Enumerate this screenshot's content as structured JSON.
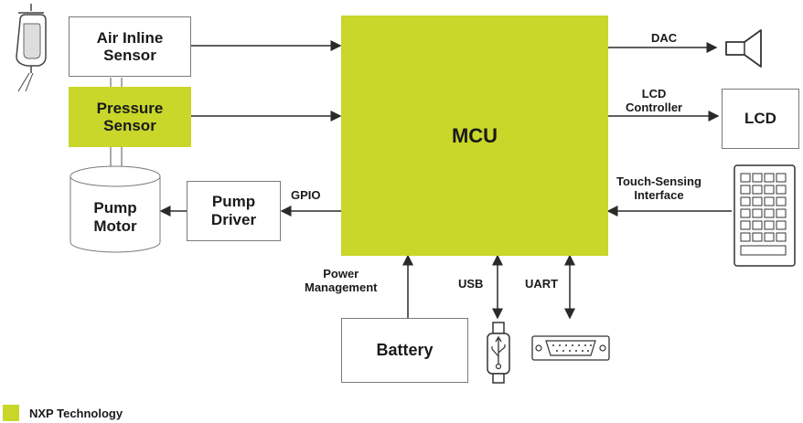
{
  "colors": {
    "nxp": "#c8d72a",
    "line": "#2a2a2a",
    "border": "#7a7a7a"
  },
  "blocks": {
    "air_inline_sensor": "Air Inline\nSensor",
    "pressure_sensor": "Pressure\nSensor",
    "pump_motor": "Pump\nMotor",
    "pump_driver": "Pump\nDriver",
    "mcu": "MCU",
    "lcd": "LCD",
    "battery": "Battery"
  },
  "interfaces": {
    "dac": "DAC",
    "lcd_controller": "LCD\nController",
    "touch_sensing": "Touch-Sensing\nInterface",
    "gpio": "GPIO",
    "power_management": "Power\nManagement",
    "usb": "USB",
    "uart": "UART"
  },
  "icons": [
    "iv-bag-icon",
    "speaker-icon",
    "keypad-icon",
    "usb-stick-icon",
    "serial-port-icon"
  ],
  "legend": {
    "label": "NXP Technology"
  }
}
